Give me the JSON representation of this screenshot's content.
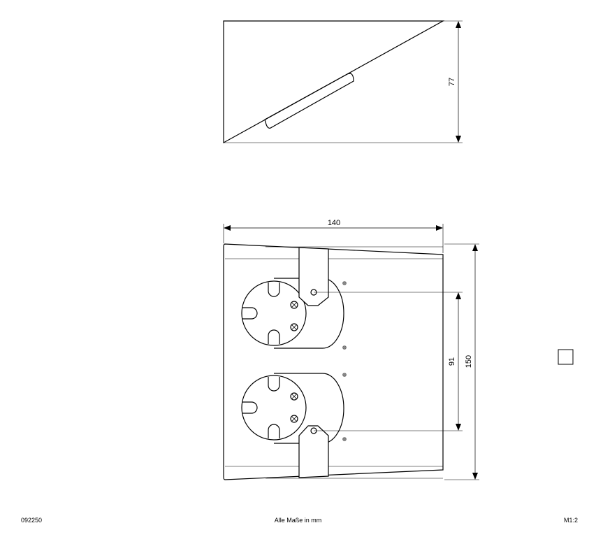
{
  "side_view": {
    "height_dimension": "77"
  },
  "front_view": {
    "width_dimension": "140",
    "height_dimension": "150",
    "socket_spacing_dimension": "91"
  },
  "footer": {
    "document_number": "092250",
    "dimension_note": "Alle Maße in mm",
    "scale": "M1:2"
  }
}
